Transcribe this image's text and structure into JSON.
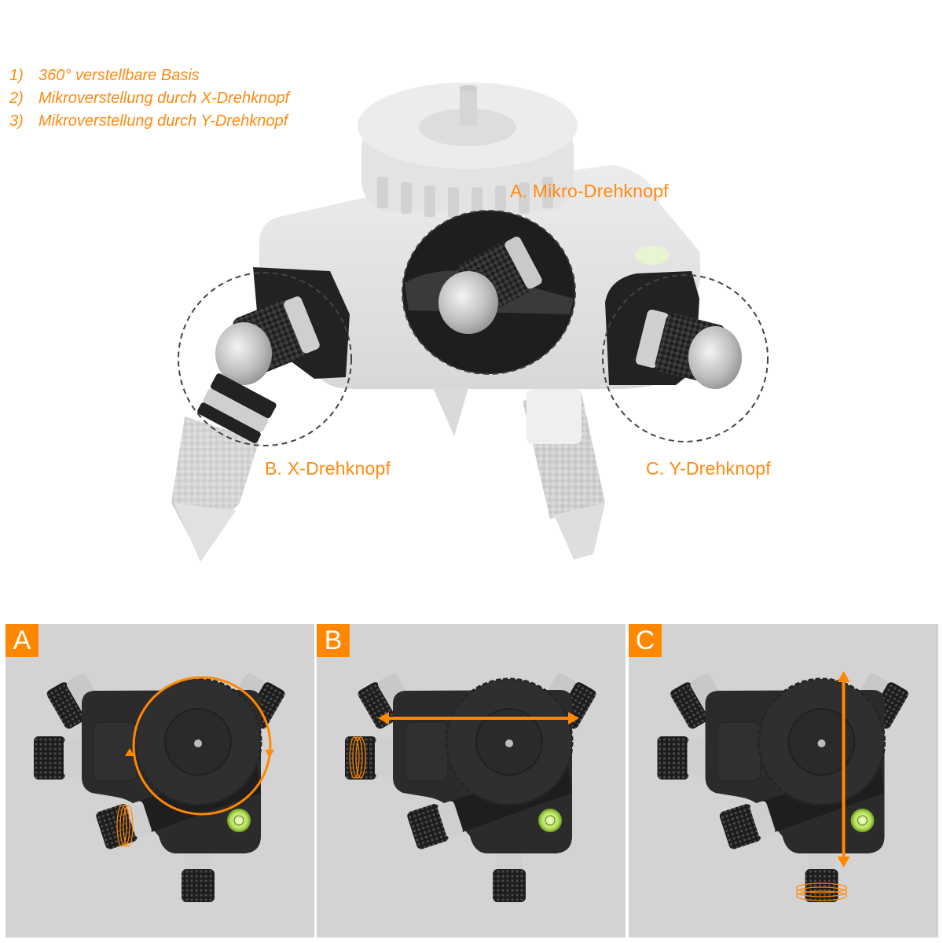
{
  "features": [
    {
      "num": "1)",
      "text": "360° verstellbare Basis"
    },
    {
      "num": "2)",
      "text": "Mikroverstellung durch X-Drehknopf"
    },
    {
      "num": "3)",
      "text": "Mikroverstellung durch Y-Drehknopf"
    }
  ],
  "callouts": {
    "a": "A. Mikro-Drehknopf",
    "b": "B. X-Drehknopf",
    "c": "C. Y-Drehknopf"
  },
  "panels": [
    {
      "badge": "A",
      "motion": "rotation"
    },
    {
      "badge": "B",
      "motion": "horizontal"
    },
    {
      "badge": "C",
      "motion": "vertical"
    }
  ],
  "colors": {
    "accent": "#ff8800",
    "panel_bg": "#d3d3d3",
    "body_dark": "#2b2b2b",
    "ghost": "#e6e6e6"
  }
}
